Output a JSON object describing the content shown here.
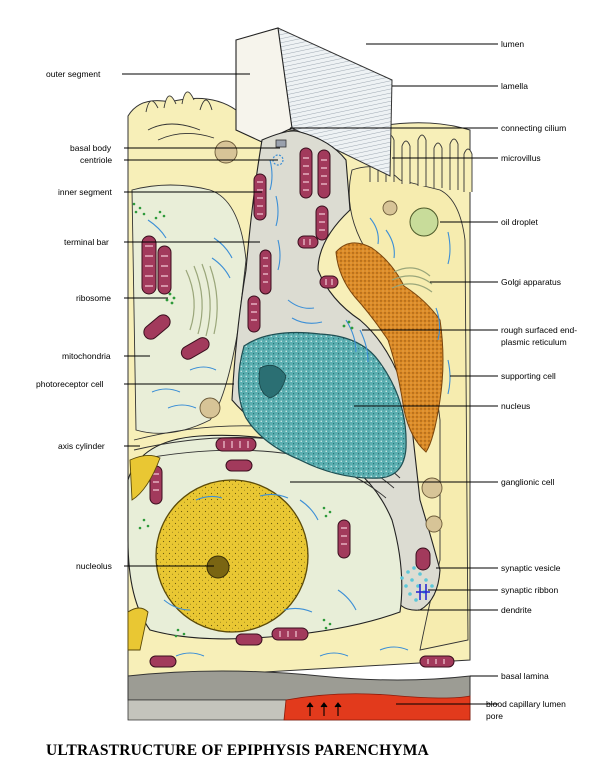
{
  "title": "ULTRASTRUCTURE OF EPIPHYSIS PARENCHYMA",
  "labels": {
    "lumen": "lumen",
    "outer_segment": "outer segment",
    "lamella": "lamella",
    "basal_body": "basal body",
    "connecting_cilium": "connecting cilium",
    "centriole": "centriole",
    "microvillus": "microvillus",
    "inner_segment": "inner segment",
    "oil_droplet": "oil droplet",
    "terminal_bar": "terminal bar",
    "golgi_apparatus": "Golgi apparatus",
    "ribosome": "ribosome",
    "rough_er_line1": "rough surfaced end-",
    "rough_er_line2": "plasmic reticulum",
    "mitochondria": "mitochondria",
    "supporting_cell": "supporting cell",
    "photoreceptor_cell": "photoreceptor cell",
    "nucleus": "nucleus",
    "axis_cylinder": "axis cylinder",
    "ganglionic_cell": "ganglionic cell",
    "nucleolus": "nucleolus",
    "synaptic_vesicle": "synaptic vesicle",
    "synaptic_ribbon": "synaptic ribbon",
    "dendrite": "dendrite",
    "basal_lamina": "basal lamina",
    "blood_capillary_lumen": "blood capillary lumen",
    "pore": "pore"
  },
  "colors": {
    "cytoplasm": "#f7efb8",
    "photoreceptor": "#dcdcd2",
    "ganglion_cell": "#e8eed8",
    "nucleus": "#4fa3a6",
    "nucleolus_nucleus": "#e6c02a",
    "mitochondria": "#a23a5c",
    "golgi": "#d98a24",
    "er": "#3c8fd6",
    "capillary": "#e23a1c",
    "ribosome": "#2e9a3a"
  }
}
